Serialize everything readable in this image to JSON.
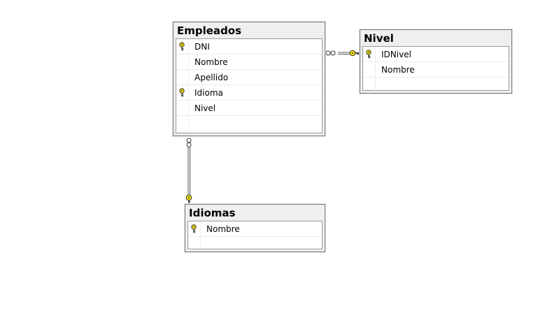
{
  "tables": {
    "empleados": {
      "name": "Empleados",
      "columns": [
        {
          "label": "DNI",
          "key": true
        },
        {
          "label": "Nombre",
          "key": false
        },
        {
          "label": "Apellido",
          "key": false
        },
        {
          "label": "Idioma",
          "key": true
        },
        {
          "label": "Nivel",
          "key": false
        }
      ]
    },
    "nivel": {
      "name": "Nivel",
      "columns": [
        {
          "label": "IDNivel",
          "key": true
        },
        {
          "label": "Nombre",
          "key": false
        }
      ]
    },
    "idiomas": {
      "name": "Idiomas",
      "columns": [
        {
          "label": "Nombre",
          "key": true
        }
      ]
    }
  },
  "relationships": [
    {
      "from": "Empleados",
      "to": "Nivel",
      "from_end": "many",
      "to_end": "one"
    },
    {
      "from": "Empleados",
      "to": "Idiomas",
      "from_end": "many",
      "to_end": "one"
    }
  ],
  "colors": {
    "key_icon": "#f2e200",
    "border": "#7a7a7a",
    "header_bg": "#efefef"
  }
}
